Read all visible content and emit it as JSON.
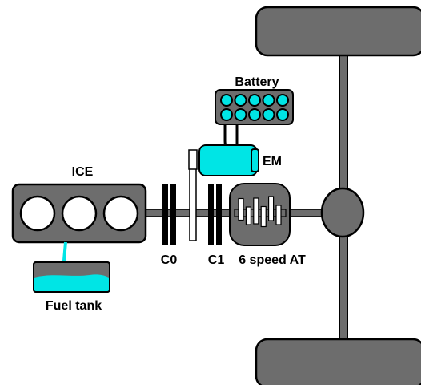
{
  "labels": {
    "battery": "Battery",
    "em": "EM",
    "ice": "ICE",
    "c0": "C0",
    "c1": "C1",
    "transmission": "6 speed AT",
    "fuel_tank": "Fuel tank"
  },
  "colors": {
    "component_fill": "#6d6d6d",
    "accent_cyan": "#00e5e5",
    "outline": "#000000",
    "white": "#ffffff",
    "background": "#ffffff"
  },
  "battery": {
    "cells_per_row": 5,
    "rows": 2
  },
  "ice": {
    "cylinders": 3
  },
  "transmission": {
    "gear_sets": 6
  }
}
